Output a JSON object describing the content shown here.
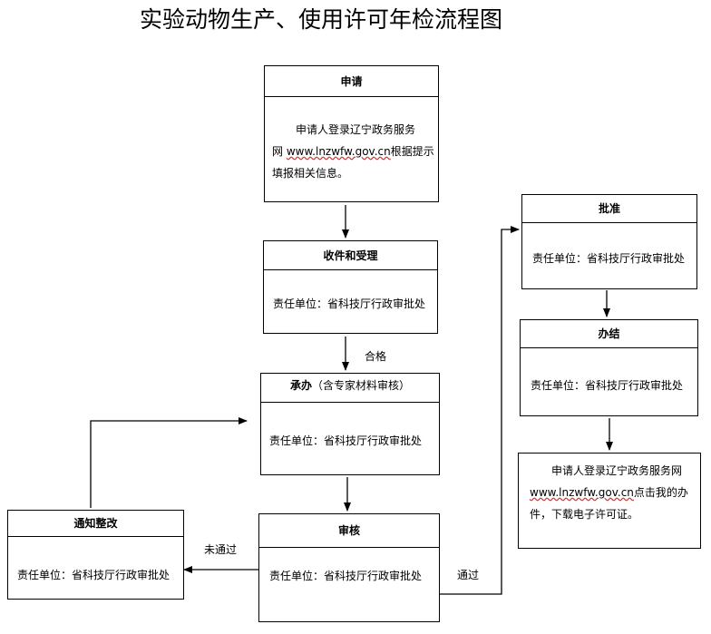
{
  "title": "实验动物生产、使用许可年检流程图",
  "nodes": {
    "apply": {
      "title": "申请",
      "body_line1": "申请人登录辽宁政务服务",
      "body_line2_prefix": "网 ",
      "body_line2_url": "www.lnzwfw.gov.cn",
      "body_line2_suffix": "根据提示",
      "body_line3": "填报相关信息。"
    },
    "receive": {
      "title": "收件和受理",
      "body": "责任单位：省科技厅行政审批处"
    },
    "undertake": {
      "title": "承办",
      "title_note": "（含专家材料审核）",
      "body": "责任单位：省科技厅行政审批处"
    },
    "review": {
      "title": "审核",
      "body": "责任单位：省科技厅行政审批处"
    },
    "rectify": {
      "title": "通知整改",
      "body": "责任单位：省科技厅行政审批处"
    },
    "approve": {
      "title": "批准",
      "body": "责任单位：省科技厅行政审批处"
    },
    "complete": {
      "title": "办结",
      "body": "责任单位：省科技厅行政审批处"
    },
    "download": {
      "line1": "申请人登录辽宁政务服务网",
      "line2_url": "www.lnzwfw.gov.cn",
      "line2_suffix": "点击我的办",
      "line3": "件，下载电子许可证。"
    }
  },
  "edges": {
    "qualified": "合格",
    "not_passed": "未通过",
    "passed": "通过"
  }
}
